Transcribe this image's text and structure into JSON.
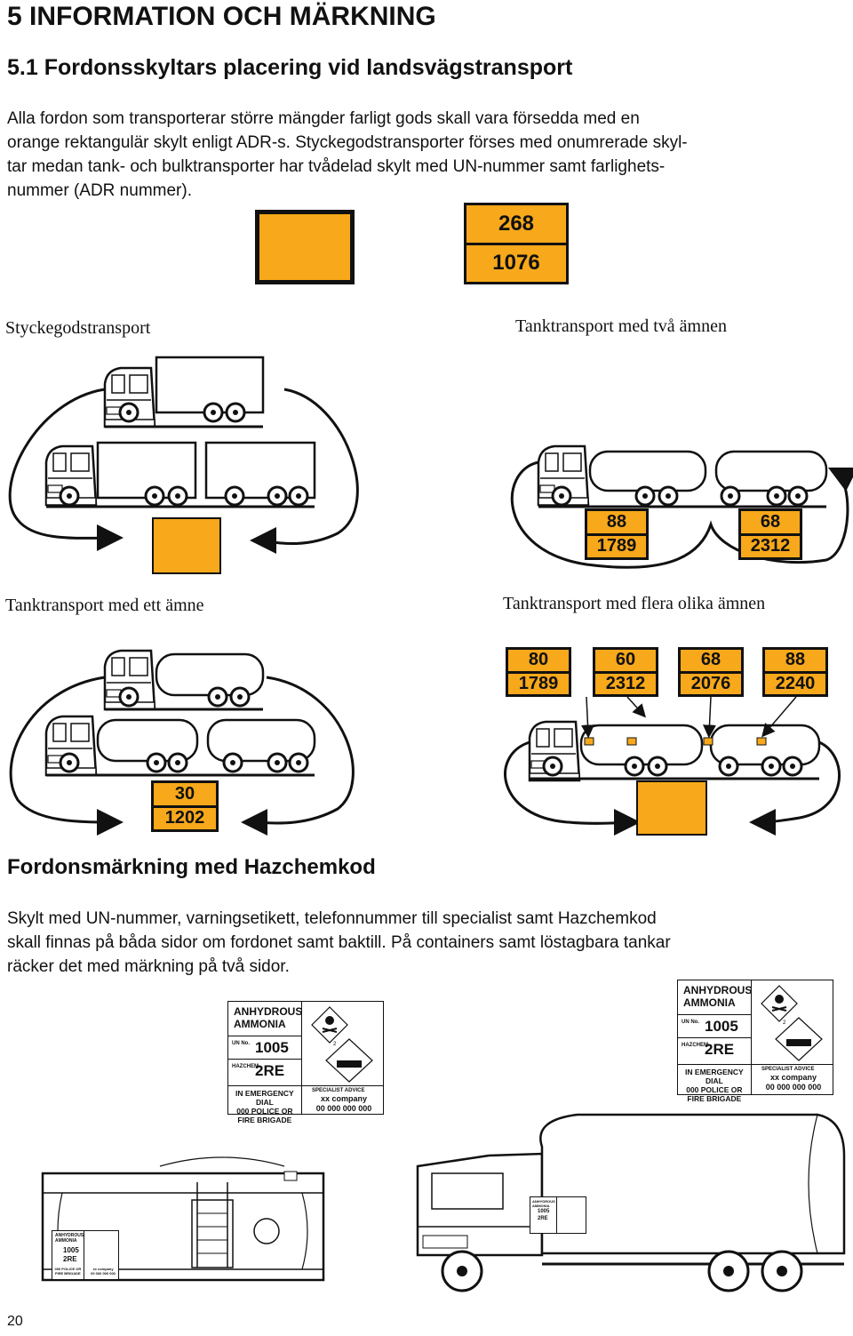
{
  "heading": "5 INFORMATION OCH MÄRKNING",
  "subheading": "5.1 Fordonsskyltars placering vid landsvägstransport",
  "intro": [
    "Alla fordon som transporterar större mängder farligt gods skall vara försedda med en",
    "orange rektangulär skylt enligt ADR-s. Styckegodstransporter förses med onumrerade skyl-",
    "tar medan tank- och bulktransporter har tvådelad skylt med UN-nummer samt farlighets-",
    "nummer (ADR nummer)."
  ],
  "example_plate": {
    "top": "268",
    "bottom": "1076"
  },
  "labels": {
    "styckegods": "Styckegodstransport",
    "two_substances": "Tanktransport med två ämnen",
    "one_substance": "Tanktransport med ett ämne",
    "many_substances": "Tanktransport med flera olika ämnen"
  },
  "plates_two": [
    {
      "top": "88",
      "bottom": "1789"
    },
    {
      "top": "68",
      "bottom": "2312"
    }
  ],
  "plates_many": [
    {
      "top": "80",
      "bottom": "1789"
    },
    {
      "top": "60",
      "bottom": "2312"
    },
    {
      "top": "68",
      "bottom": "2076"
    },
    {
      "top": "88",
      "bottom": "2240"
    }
  ],
  "plate_one": {
    "top": "30",
    "bottom": "1202"
  },
  "hazchem_heading": "Fordonsmärkning med Hazchemkod",
  "hazchem_text": [
    "Skylt med UN-nummer, varningsetikett, telefonnummer till specialist samt Hazchemkod",
    "skall finnas på båda sidor om fordonet samt baktill. På containers samt löstagbara tankar",
    "räcker det med märkning på två sidor."
  ],
  "hazchem_sign": {
    "name_line1": "ANHYDROUS",
    "name_line2": "AMMONIA",
    "un_label": "UN No.",
    "un_value": "1005",
    "hazchem_label": "HAZCHEM.",
    "hazchem_value": "2RE",
    "emergency_line1": "IN EMERGENCY DIAL",
    "emergency_line2": "000 POLICE OR",
    "emergency_line3": "FIRE BRIGADE",
    "advice_label": "SPECIALIST ADVICE",
    "company": "xx company",
    "phone": "00 000 000 000"
  },
  "colors": {
    "plate_orange": "#f7a81b",
    "text": "#111111"
  },
  "page_number": "20"
}
